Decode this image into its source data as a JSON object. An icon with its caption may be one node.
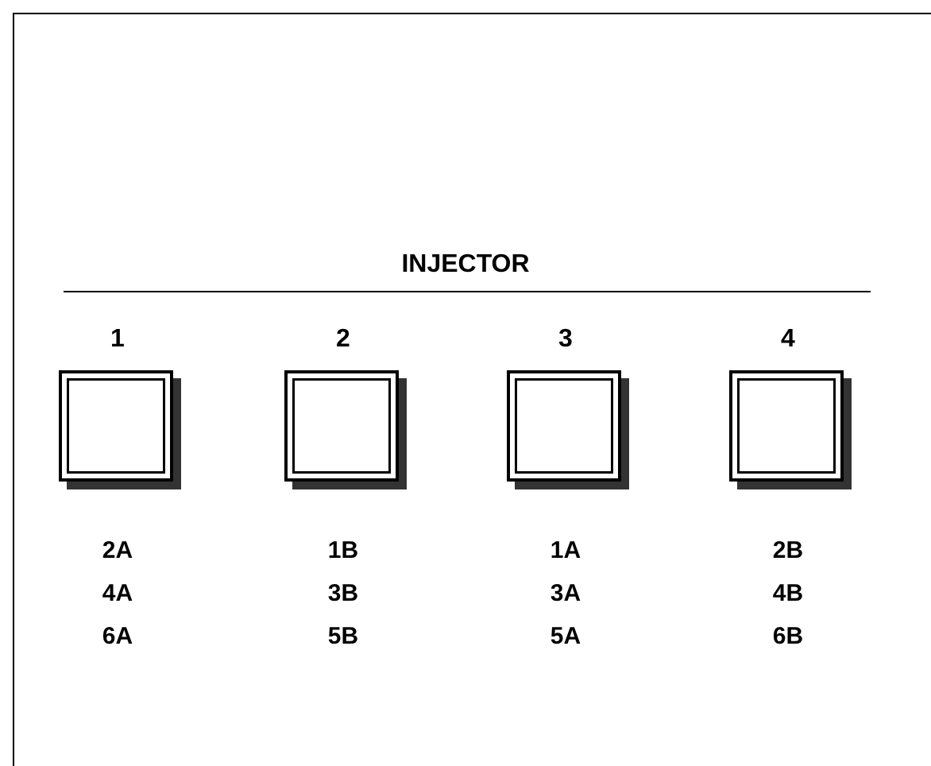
{
  "diagram": {
    "title": "INJECTOR",
    "nodes": [
      {
        "text": [
          "1"
        ],
        "beside": [
          "2A",
          "4A",
          "6A"
        ]
      },
      {
        "text": [
          "2"
        ],
        "beside": [
          "1B",
          "3B",
          "5B"
        ]
      },
      {
        "text": [
          "3"
        ],
        "beside": [
          "1A",
          "3A",
          "5A"
        ]
      },
      {
        "text": [
          "4"
        ],
        "beside": [
          "2B",
          "4B",
          "6B"
        ]
      }
    ]
  }
}
